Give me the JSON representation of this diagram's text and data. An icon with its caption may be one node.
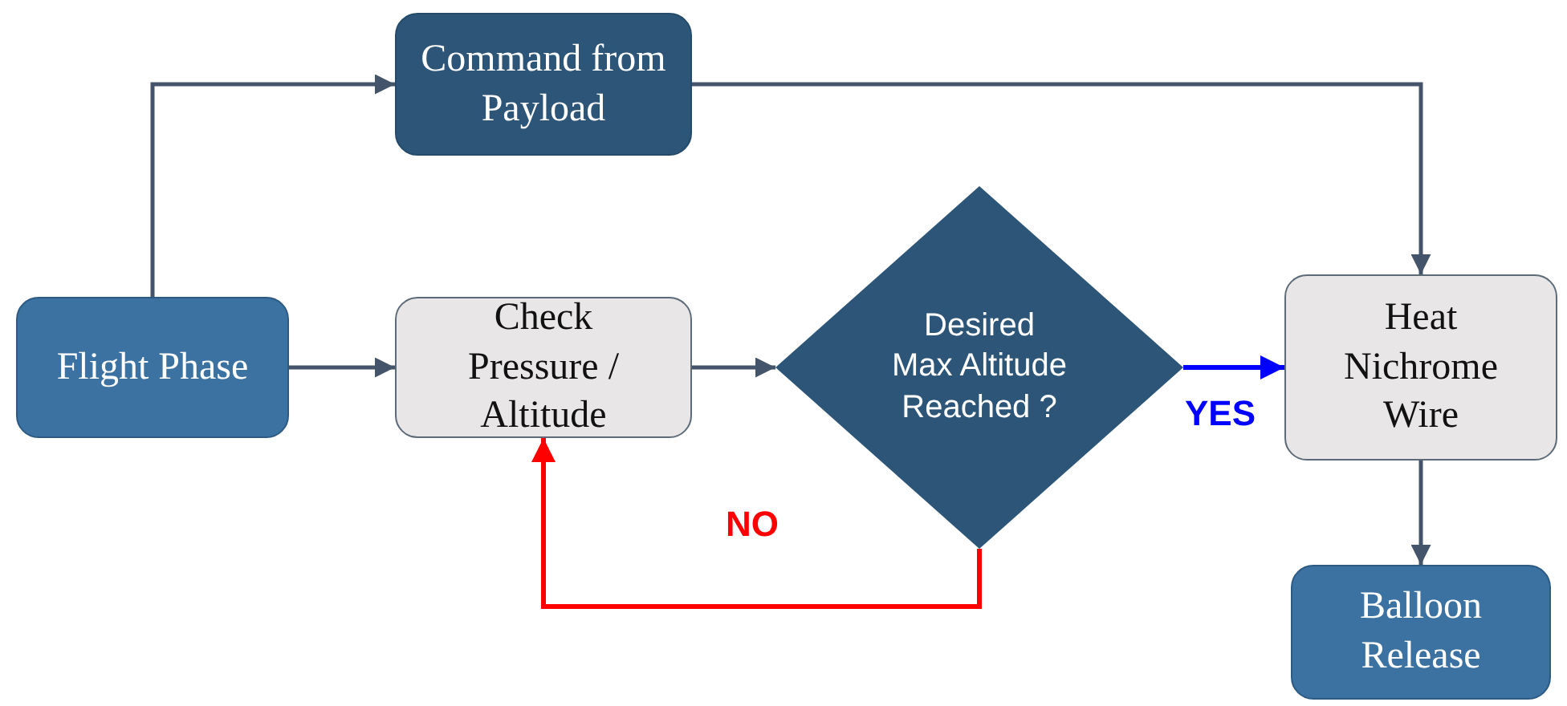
{
  "diagram": {
    "nodes": [
      {
        "text": [
          "Flight Phase"
        ]
      },
      {
        "text": [
          "Command from Payload"
        ]
      },
      {
        "text": [
          "Check Pressure / Altitude"
        ]
      },
      {
        "text": [
          "Desired Max Altitude Reached ?"
        ]
      },
      {
        "text": [
          "Heat Nichrome Wire"
        ]
      },
      {
        "text": [
          "Balloon Release"
        ]
      }
    ],
    "edges": [
      {
        "from": 0,
        "to": 1,
        "arrow": "to"
      },
      {
        "from": 0,
        "to": 2,
        "arrow": "to"
      },
      {
        "from": 2,
        "to": 3,
        "arrow": "to"
      },
      {
        "from": 1,
        "to": 4,
        "arrow": "to"
      },
      {
        "from": 3,
        "to": 4,
        "arrow": "to",
        "label": "YES",
        "color": "#0000ff"
      },
      {
        "from": 3,
        "to": 2,
        "arrow": "to",
        "label": "NO",
        "color": "#ff0000"
      },
      {
        "from": 4,
        "to": 5,
        "arrow": "to"
      }
    ]
  }
}
